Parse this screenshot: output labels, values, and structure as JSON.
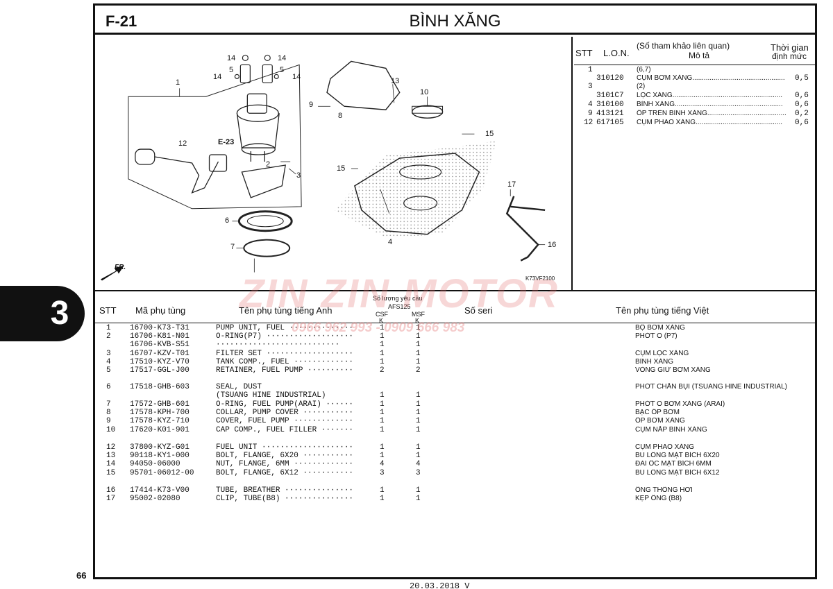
{
  "header": {
    "code": "F-21",
    "title": "BÌNH XĂNG"
  },
  "diagram": {
    "ref_code": "K73VF2100",
    "ref_label": "E-23",
    "fr_label": "FR.",
    "callouts": [
      "1",
      "2",
      "3",
      "4",
      "5",
      "5",
      "6",
      "7",
      "8",
      "9",
      "10",
      "12",
      "13",
      "14",
      "14",
      "14",
      "14",
      "15",
      "15",
      "16",
      "17"
    ]
  },
  "labor_table": {
    "headers": {
      "stt": "STT",
      "lon": "L.O.N.",
      "ref": "(Số tham khảo liên quan)",
      "desc": "Mô tả",
      "time_line1": "Thời gian",
      "time_line2": "định mức"
    },
    "rows": [
      {
        "stt": "1",
        "lon": "",
        "desc": "(6,7)",
        "time": ""
      },
      {
        "stt": "",
        "lon": "310120",
        "desc": "CỤM BƠM XĂNG................................................",
        "time": "0,5"
      },
      {
        "stt": "3",
        "lon": "",
        "desc": "(2)",
        "time": ""
      },
      {
        "stt": "",
        "lon": "3101C7",
        "desc": "LỌC XĂNG.........................................................",
        "time": "0,6"
      },
      {
        "stt": "4",
        "lon": "310100",
        "desc": "BÌNH XĂNG........................................................",
        "time": "0,6"
      },
      {
        "stt": "9",
        "lon": "413121",
        "desc": "ỐP TRÊN BÌNH XĂNG.........................................",
        "time": "0,2"
      },
      {
        "stt": "12",
        "lon": "617105",
        "desc": "CỤM PHAO XĂNG.............................................",
        "time": "0,6"
      }
    ]
  },
  "parts_table": {
    "headers": {
      "stt": "STT",
      "part_no": "Mã phụ tùng",
      "name_en": "Tên phụ tùng tiếng Anh",
      "qty_title": "Số lượng yêu cầu",
      "model": "AFS125",
      "col_a": "CSF",
      "col_a2": "K",
      "col_b": "MSF",
      "col_b2": "K",
      "serial": "Số seri",
      "name_vn": "Tên phụ tùng tiếng Việt"
    },
    "rows": [
      {
        "stt": "1",
        "part_no": "16700-K73-T31",
        "name_en": "PUMP UNIT, FUEL ··············",
        "qa": "1",
        "qb": "1",
        "name_vn": "BỘ BƠM XĂNG"
      },
      {
        "stt": "2",
        "part_no": "16706-K81-N01",
        "name_en": "O-RING(P7) ···················",
        "qa": "1",
        "qb": "1",
        "name_vn": "PHỚT O (P7)"
      },
      {
        "stt": "",
        "part_no": "16706-KVB-S51",
        "name_en": "  ···························",
        "qa": "1",
        "qb": "1",
        "name_vn": ""
      },
      {
        "stt": "3",
        "part_no": "16707-KZV-T01",
        "name_en": "FILTER SET ···················",
        "qa": "1",
        "qb": "1",
        "name_vn": "CỤM LỌC XĂNG"
      },
      {
        "stt": "4",
        "part_no": "17510-KYZ-V70",
        "name_en": "TANK COMP., FUEL ·············",
        "qa": "1",
        "qb": "1",
        "name_vn": "BÌNH XĂNG"
      },
      {
        "stt": "5",
        "part_no": "17517-GGL-J00",
        "name_en": "RETAINER, FUEL PUMP ··········",
        "qa": "2",
        "qb": "2",
        "name_vn": "VÒNG GIỮ BƠM XĂNG"
      },
      {
        "stt": "6",
        "part_no": "17518-GHB-603",
        "name_en": "SEAL, DUST",
        "qa": "",
        "qb": "",
        "name_vn": "PHỚT CHẮN BỤI (TSUANG HINE INDUSTRIAL)"
      },
      {
        "stt": "",
        "part_no": "",
        "name_en": "      (TSUANG HINE INDUSTRIAL)",
        "qa": "1",
        "qb": "1",
        "name_vn": ""
      },
      {
        "stt": "7",
        "part_no": "17572-GHB-601",
        "name_en": "O-RING, FUEL PUMP(ARAI) ······",
        "qa": "1",
        "qb": "1",
        "name_vn": "PHỚT O BƠM XĂNG (ARAI)"
      },
      {
        "stt": "8",
        "part_no": "17578-KPH-700",
        "name_en": "COLLAR, PUMP COVER ···········",
        "qa": "1",
        "qb": "1",
        "name_vn": "BẠC ỐP BƠM"
      },
      {
        "stt": "9",
        "part_no": "17578-KYZ-710",
        "name_en": "COVER, FUEL PUMP ·············",
        "qa": "1",
        "qb": "1",
        "name_vn": "ỐP BƠM XĂNG"
      },
      {
        "stt": "10",
        "part_no": "17620-K01-901",
        "name_en": "CAP COMP., FUEL FILLER ·······",
        "qa": "1",
        "qb": "1",
        "name_vn": "CỤM NẮP BÌNH XĂNG"
      },
      {
        "stt": "12",
        "part_no": "37800-KYZ-G01",
        "name_en": "FUEL UNIT ····················",
        "qa": "1",
        "qb": "1",
        "name_vn": "CỤM PHAO XĂNG"
      },
      {
        "stt": "13",
        "part_no": "90118-KY1-000",
        "name_en": "BOLT, FLANGE, 6X20 ···········",
        "qa": "1",
        "qb": "1",
        "name_vn": "BU LÔNG MẶT BÍCH 6X20"
      },
      {
        "stt": "14",
        "part_no": "94050-06000",
        "name_en": "NUT, FLANGE, 6MM ·············",
        "qa": "4",
        "qb": "4",
        "name_vn": "ĐAI ỐC MẶT BÍCH 6MM"
      },
      {
        "stt": "15",
        "part_no": "95701-06012-00",
        "name_en": "BOLT, FLANGE, 6X12 ···········",
        "qa": "3",
        "qb": "3",
        "name_vn": "BU LÔNG MẶT BÍCH 6X12"
      },
      {
        "stt": "16",
        "part_no": "17414-K73-V00",
        "name_en": "TUBE, BREATHER ···············",
        "qa": "1",
        "qb": "1",
        "name_vn": "ỐNG THÔNG HƠI"
      },
      {
        "stt": "17",
        "part_no": "95002-02080",
        "name_en": "CLIP, TUBE(B8) ···············",
        "qa": "1",
        "qb": "1",
        "name_vn": "KẸP ỐNG (B8)"
      }
    ]
  },
  "side_tab": {
    "label": "3"
  },
  "page": {
    "number": "66",
    "footer_date": "20.03.2018    V"
  },
  "watermark": {
    "brand": "ZIN ZIN MOTOR",
    "phone": "0966 962 993 - 0909 666 983"
  }
}
